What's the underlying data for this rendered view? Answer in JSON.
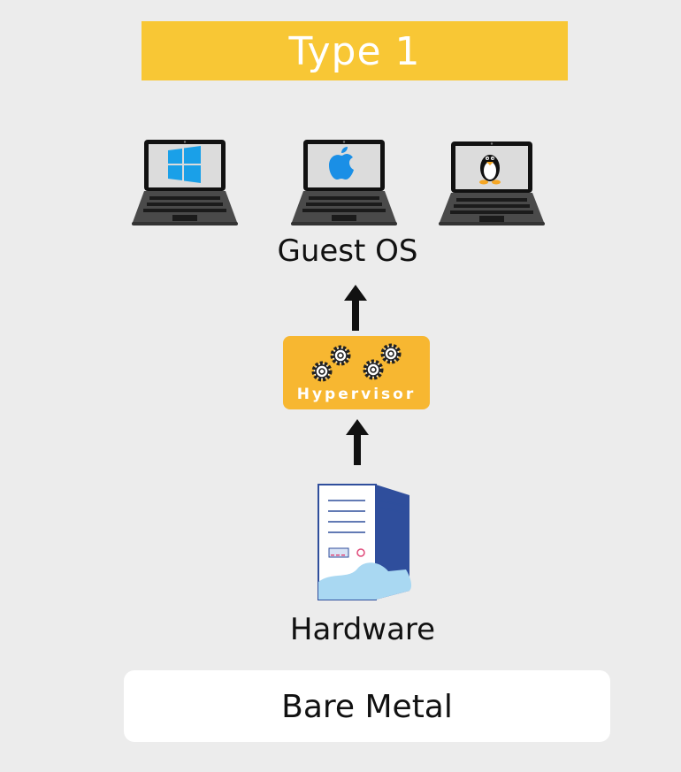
{
  "title": "Type 1",
  "guest_os": {
    "label": "Guest OS",
    "laptops": [
      {
        "os": "Windows",
        "icon": "windows-logo-icon"
      },
      {
        "os": "macOS",
        "icon": "apple-logo-icon"
      },
      {
        "os": "Linux",
        "icon": "linux-tux-icon"
      }
    ]
  },
  "hypervisor": {
    "label": "Hypervisor",
    "icon": "gears-icon"
  },
  "hardware": {
    "label": "Hardware",
    "icon": "server-tower-icon"
  },
  "bare_metal": {
    "label": "Bare Metal"
  },
  "colors": {
    "title_bg": "#f8c735",
    "hypervisor_bg": "#f7b731",
    "background": "#ececec",
    "server_blue": "#2f4e9c"
  }
}
